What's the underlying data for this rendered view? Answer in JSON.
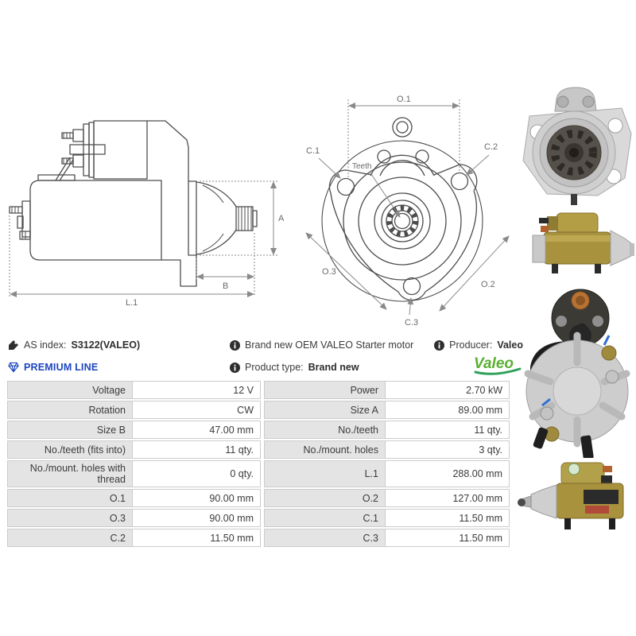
{
  "info": {
    "as_index_label": "AS index:",
    "as_index_value": "S3122(VALEO)",
    "premium_line_label": "PREMIUM LINE",
    "brand_line": "Brand new OEM VALEO Starter motor",
    "product_type_label": "Product type:",
    "product_type_value": "Brand new",
    "producer_label": "Producer:",
    "producer_value": "Valeo",
    "valeo_logo_text": "Valeo"
  },
  "icons": {
    "as_index": "tag-icon",
    "premium": "diamond-icon",
    "info": "info-icon"
  },
  "colors": {
    "premium_blue": "#1b46c2",
    "valeo_green": "#5ab031",
    "valeo_swoosh": "#31a05a",
    "table_label_bg": "#e4e4e4",
    "table_border": "#cccccc",
    "drawing_stroke": "#4d4d4d",
    "dimension_stroke": "#8a8a8a"
  },
  "drawings": {
    "side_view": {
      "dim_a": "A",
      "dim_b": "B",
      "dim_l1": "L.1"
    },
    "front_view": {
      "dim_o1": "O.1",
      "dim_o2": "O.2",
      "dim_o3": "O.3",
      "dim_c1": "C.1",
      "dim_c2": "C.2",
      "dim_c3": "C.3",
      "teeth_label": "Teeth"
    }
  },
  "photos": [
    "starter-motor-front-view-photo",
    "starter-motor-side-view-photo",
    "starter-motor-rear-view-photo",
    "starter-motor-side-view-2-photo"
  ],
  "spec_table": {
    "rows": [
      {
        "label1": "Voltage",
        "value1": "12 V",
        "label2": "Power",
        "value2": "2.70 kW"
      },
      {
        "label1": "Rotation",
        "value1": "CW",
        "label2": "Size A",
        "value2": "89.00 mm"
      },
      {
        "label1": "Size B",
        "value1": "47.00 mm",
        "label2": "No./teeth",
        "value2": "11 qty."
      },
      {
        "label1": "No./teeth (fits into)",
        "value1": "11 qty.",
        "label2": "No./mount. holes",
        "value2": "3 qty."
      },
      {
        "label1": "No./mount. holes with thread",
        "value1": "0 qty.",
        "label2": "L.1",
        "value2": "288.00 mm"
      },
      {
        "label1": "O.1",
        "value1": "90.00 mm",
        "label2": "O.2",
        "value2": "127.00 mm"
      },
      {
        "label1": "O.3",
        "value1": "90.00 mm",
        "label2": "C.1",
        "value2": "11.50 mm"
      },
      {
        "label1": "C.2",
        "value1": "11.50 mm",
        "label2": "C.3",
        "value2": "11.50 mm"
      }
    ]
  }
}
